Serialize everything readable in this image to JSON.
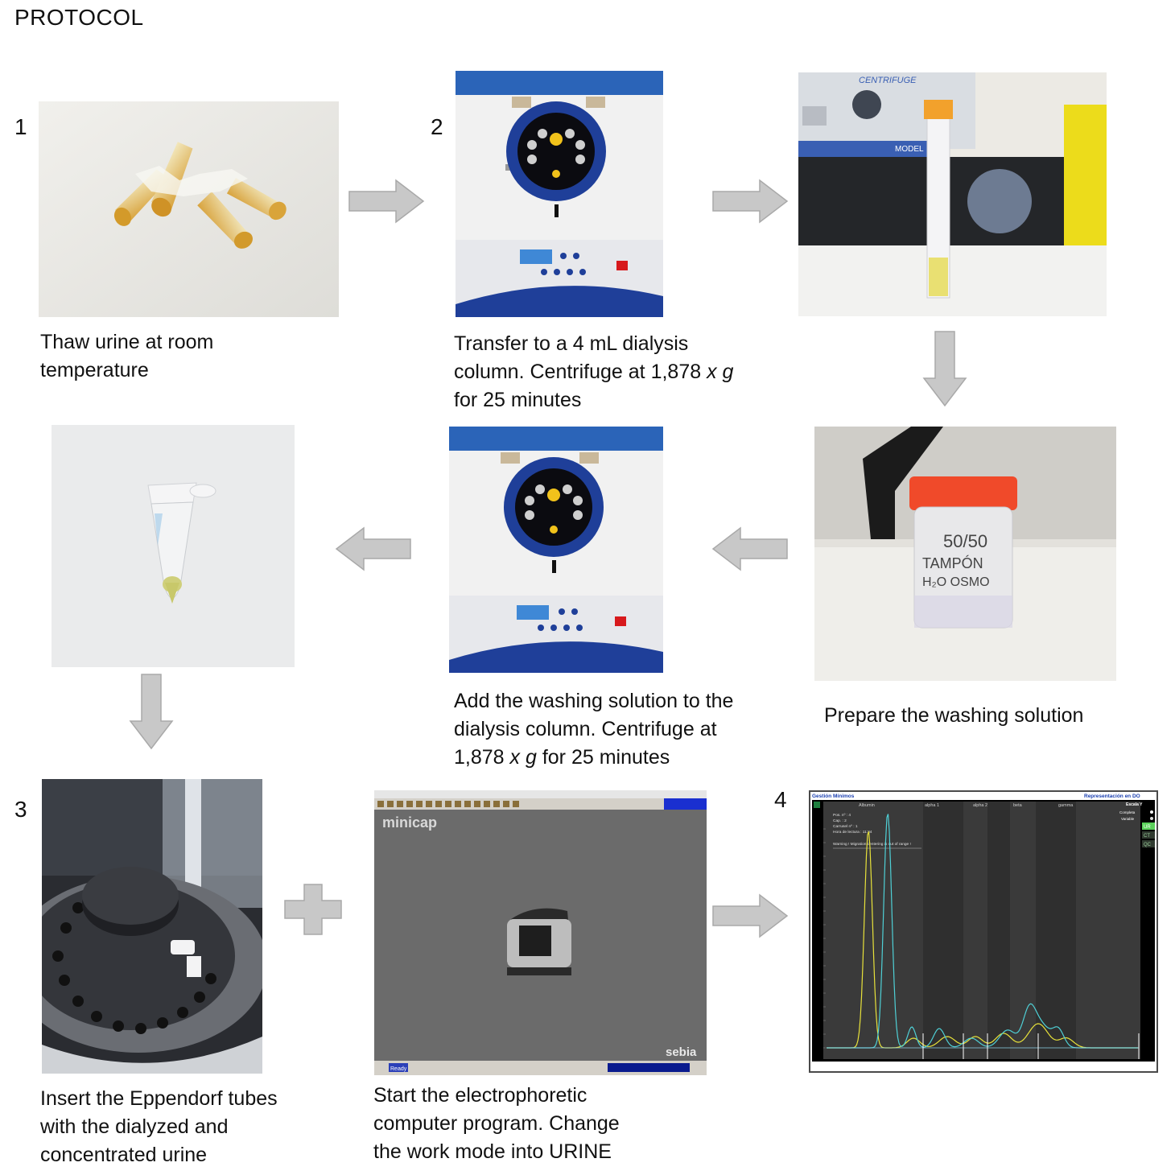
{
  "title": "PROTOCOL",
  "steps": {
    "n1": "1",
    "n2": "2",
    "n3": "3",
    "n4": "4"
  },
  "captions": {
    "thaw_l1": "Thaw urine at room",
    "thaw_l2": "temperature",
    "transfer_l1": "Transfer to a 4 mL dialysis",
    "transfer_l2": "column. Centrifuge at 1,878",
    "transfer_l2_italic": "x g",
    "transfer_l3": "for 25 minutes",
    "prepare": "Prepare the washing solution",
    "wash_l1": "Add the washing solution to the",
    "wash_l2": "dialysis column. Centrifuge at",
    "wash_l3_pre": "1,878",
    "wash_l3_italic": "x g",
    "wash_l3_post": "for 25 minutes",
    "insert_l1": "Insert the Eppendorf tubes",
    "insert_l2": "with the dialyzed and",
    "insert_l3": "concentrated urine",
    "start_l1": "Start the electrophoretic",
    "start_l2": "computer program. Change",
    "start_l3": "the work mode into URINE"
  },
  "photo_text": {
    "centrifuge_brand": "CENTRIFUGE",
    "centrifuge_model": "MODEL",
    "jar_l1": "50/50",
    "jar_l2": "TAMPÓN",
    "jar_l3": "H₂O OSMO",
    "minicap_logo": "minicap",
    "sebia_logo": "sebia",
    "minicap_status": "Ready"
  },
  "electropherogram": {
    "header_left": "Gestión Mínimos",
    "header_right": "Representación en DO",
    "scale_label": "Escala Y",
    "option_1": "Completa",
    "option_2": "Variable",
    "mode_ur": "UR",
    "mode_ct": "CT",
    "mode_qc": "QC",
    "fraction_labels": [
      "Albumin",
      "alpha 1",
      "alpha 2",
      "beta",
      "gamma"
    ],
    "info_1": "Pos. nº : 4",
    "info_2": "Cap. : 2",
    "info_3": "Carrusel nº : 1",
    "info_4": "Hora de lectura : 11:34",
    "warning": "Warning ! Migration centering is out of range !",
    "colors": {
      "yellow_trace": "#e8e23a",
      "cyan_trace": "#4fd0d6",
      "background": "#3a3a3a"
    }
  },
  "colors": {
    "arrow_fill": "#c8c8c8",
    "arrow_stroke": "#a9a9a9",
    "centrifuge_blue": "#1f3f99"
  }
}
